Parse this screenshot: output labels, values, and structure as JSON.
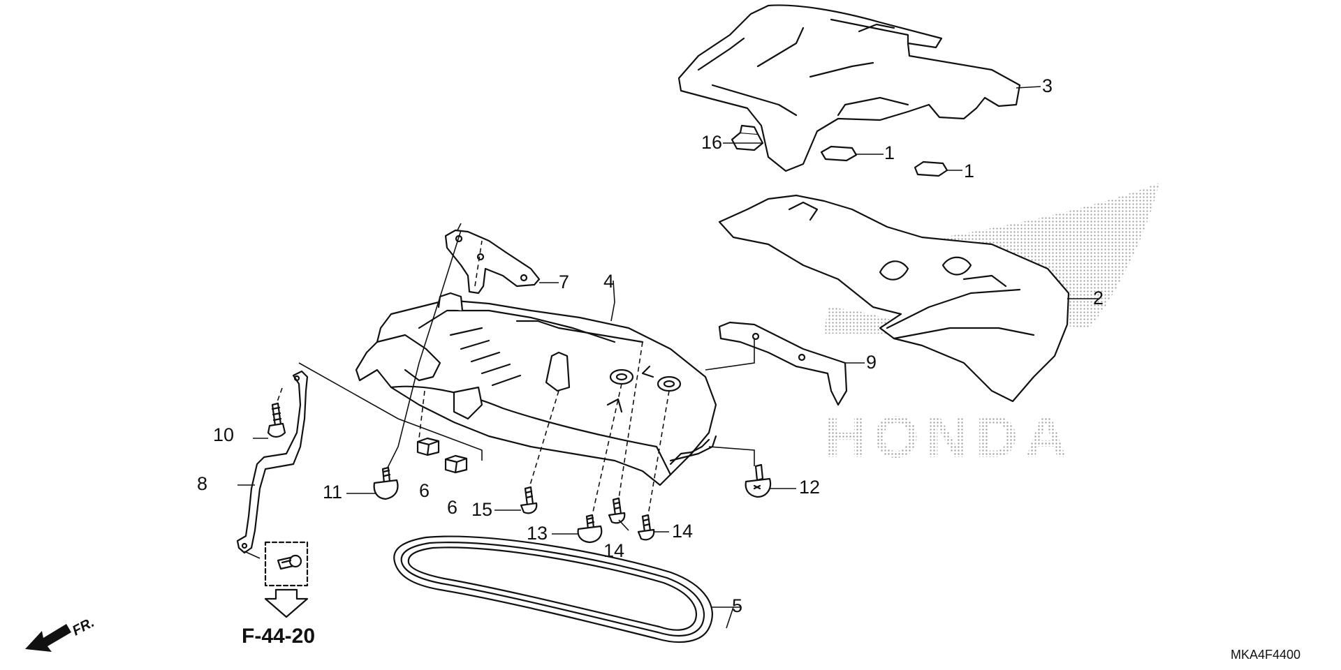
{
  "diagram": {
    "callouts": {
      "c1a": "1",
      "c1b": "1",
      "c2": "2",
      "c3": "3",
      "c4": "4",
      "c5": "5",
      "c6a": "6",
      "c6b": "6",
      "c7": "7",
      "c8": "8",
      "c9": "9",
      "c10": "10",
      "c11": "11",
      "c12": "12",
      "c13": "13",
      "c14a": "14",
      "c14b": "14",
      "c15": "15",
      "c16": "16"
    },
    "reference": "F-44-20",
    "front_marker": "FR.",
    "diagram_code": "MKA4F4400",
    "watermark": "HONDA"
  }
}
